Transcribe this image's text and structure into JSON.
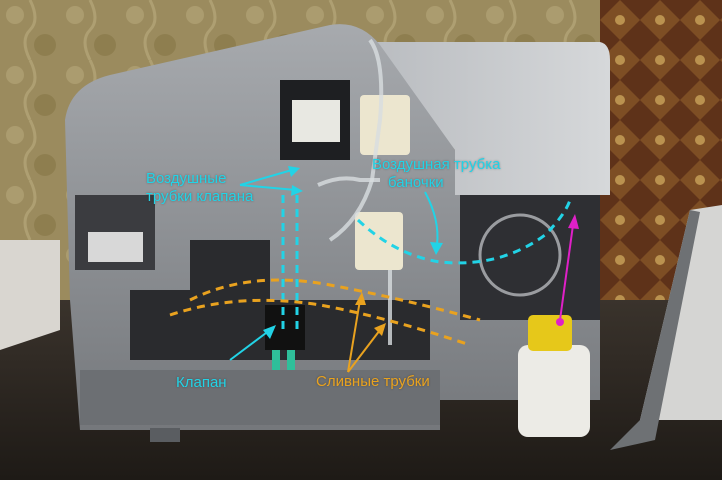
{
  "labels": {
    "air_tubes_valve": [
      "Воздушные",
      "трубки клапана"
    ],
    "air_tube_bottle": [
      "Воздушная трубка",
      "баночки"
    ],
    "valve": "Клапан",
    "drain_tubes": "Сливные трубки"
  },
  "colors": {
    "cyan": "#22d3e6",
    "orange": "#e9a21f",
    "magenta": "#e020c8",
    "printer_body": "#8a8d91",
    "wallpaper": "#9a8a5c",
    "carpet": "#6a3b1e",
    "bottle_cap": "#e6c81a"
  }
}
